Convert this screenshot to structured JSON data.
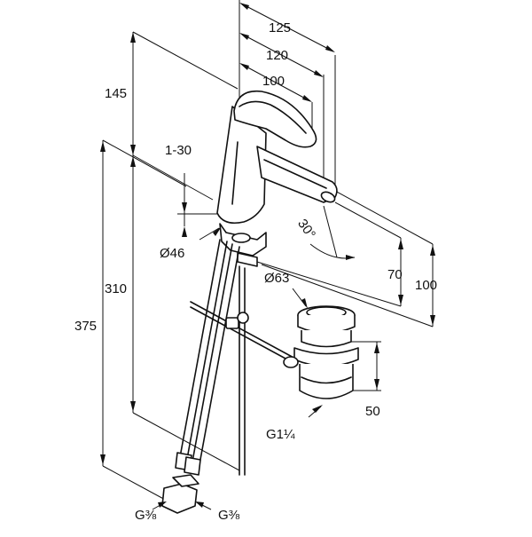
{
  "diagram": {
    "dimensions": {
      "width_125": "125",
      "width_120": "120",
      "width_100": "100",
      "height_145": "145",
      "range_1_30": "1-30",
      "diameter_46": "Ø46",
      "angle_30": "30°",
      "diameter_63": "Ø63",
      "height_310": "310",
      "height_375": "375",
      "height_70": "70",
      "height_100": "100",
      "height_50": "50",
      "thread_g114": "G1¼",
      "thread_g38_left": "G⅜",
      "thread_g38_right": "G⅜"
    }
  }
}
